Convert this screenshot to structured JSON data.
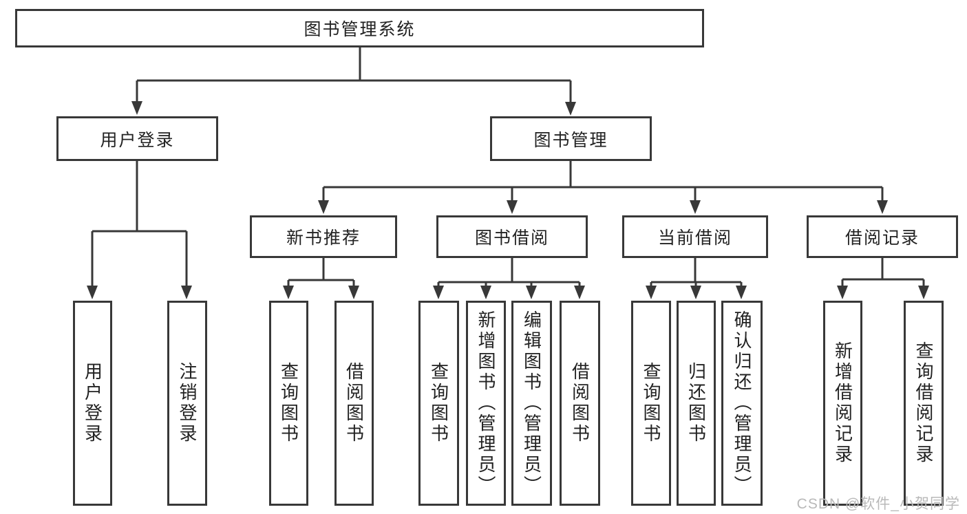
{
  "diagram": {
    "root": {
      "label": "图书管理系统"
    },
    "level2": [
      {
        "label": "用户登录"
      },
      {
        "label": "图书管理"
      }
    ],
    "level3": [
      {
        "label": "新书推荐"
      },
      {
        "label": "图书借阅"
      },
      {
        "label": "当前借阅"
      },
      {
        "label": "借阅记录"
      }
    ],
    "leaves": [
      {
        "label": "用户登录"
      },
      {
        "label": "注销登录"
      },
      {
        "label": "查询图书"
      },
      {
        "label": "借阅图书"
      },
      {
        "label": "查询图书"
      },
      {
        "label": "新增图书（管理员）"
      },
      {
        "label": "编辑图书（管理员）"
      },
      {
        "label": "借阅图书"
      },
      {
        "label": "查询图书"
      },
      {
        "label": "归还图书"
      },
      {
        "label": "确认归还（管理员）"
      },
      {
        "label": "新增借阅记录"
      },
      {
        "label": "查询借阅记录"
      }
    ],
    "watermark": "CSDN @软件_小贺同学",
    "colors": {
      "line": "#383838",
      "box_border": "#383838",
      "text": "#222222",
      "watermark": "#b9b9b9",
      "background": "#ffffff"
    }
  }
}
